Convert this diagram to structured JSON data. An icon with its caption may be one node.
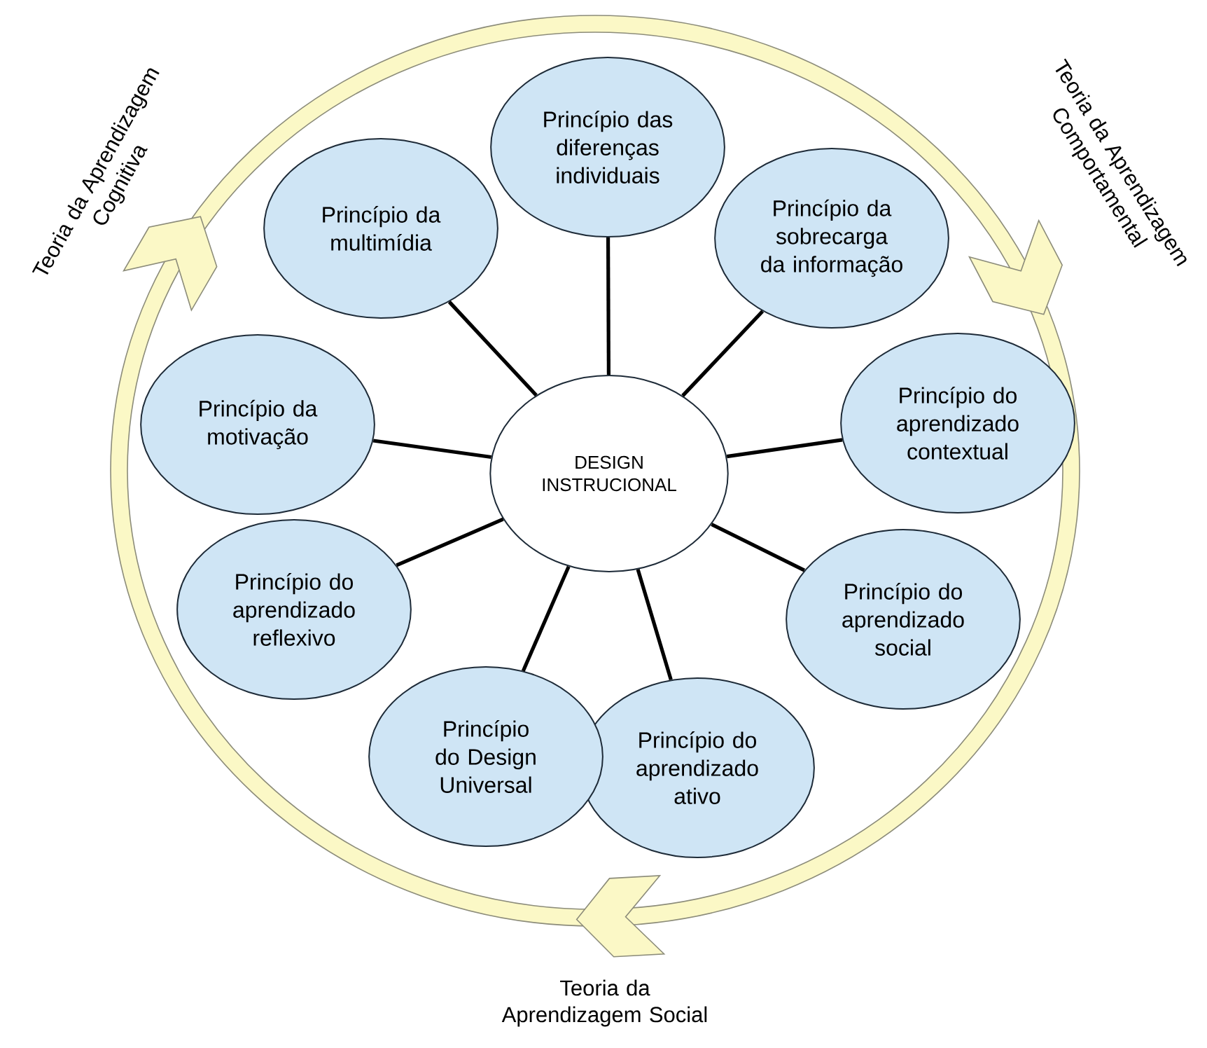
{
  "diagram": {
    "nodes": [
      {
        "text": [
          "DESIGN INSTRUCIONAL"
        ]
      },
      {
        "text": [
          "Princípio das diferenças individuais"
        ]
      },
      {
        "text": [
          "Princípio da sobrecarga da informação"
        ]
      },
      {
        "text": [
          "Princípio do aprendizado contextual"
        ]
      },
      {
        "text": [
          "Princípio do aprendizado social"
        ]
      },
      {
        "text": [
          "Princípio do aprendizado ativo"
        ]
      },
      {
        "text": [
          "Princípio do Design Universal"
        ]
      },
      {
        "text": [
          "Princípio do aprendizado reflexivo"
        ]
      },
      {
        "text": [
          "Princípio da motivação"
        ]
      },
      {
        "text": [
          "Princípio da multimídia"
        ]
      }
    ],
    "edges": [
      {
        "from": 0,
        "to": 1,
        "arrow": "none"
      },
      {
        "from": 0,
        "to": 2,
        "arrow": "none"
      },
      {
        "from": 0,
        "to": 3,
        "arrow": "none"
      },
      {
        "from": 0,
        "to": 4,
        "arrow": "none"
      },
      {
        "from": 0,
        "to": 5,
        "arrow": "none"
      },
      {
        "from": 0,
        "to": 6,
        "arrow": "none"
      },
      {
        "from": 0,
        "to": 7,
        "arrow": "none"
      },
      {
        "from": 0,
        "to": 8,
        "arrow": "none"
      },
      {
        "from": 0,
        "to": 9,
        "arrow": "none"
      }
    ],
    "labels": [
      "Teoria da Aprendizagem Cognitiva",
      "Teoria da Aprendizagem Comportamental",
      "Teoria da Aprendizagem Social"
    ]
  }
}
